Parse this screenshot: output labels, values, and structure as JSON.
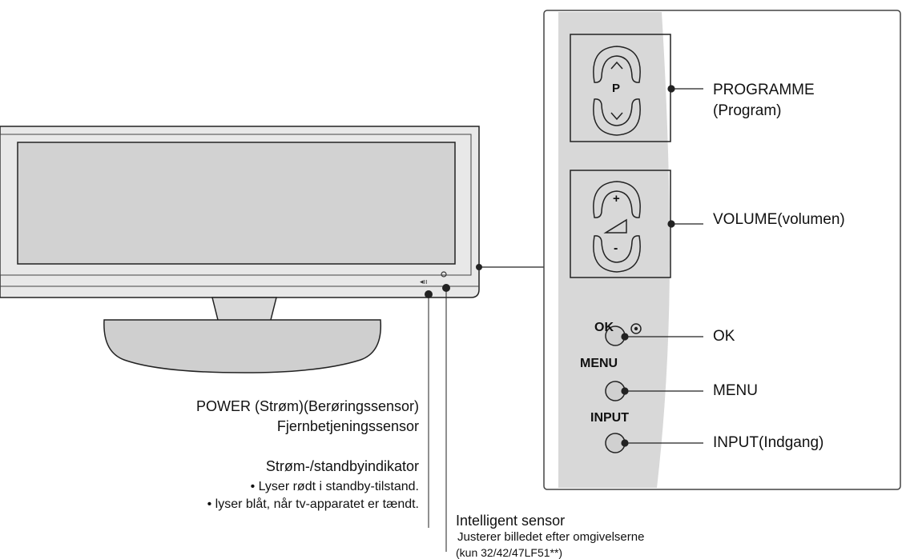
{
  "panel": {
    "programme": {
      "symbol": "P",
      "label": "PROGRAMME",
      "sublabel": "(Program)"
    },
    "volume": {
      "plus": "+",
      "minus": "-",
      "label": "VOLUME(volumen)"
    },
    "ok": {
      "button_text": "OK",
      "label": "OK"
    },
    "menu": {
      "button_text": "MENU",
      "label": "MENU"
    },
    "input": {
      "button_text": "INPUT",
      "label": "INPUT(Indgang)"
    }
  },
  "tv": {
    "power_line1": "POWER (Strøm)(Berøringssensor)",
    "power_line2": "Fjernbetjeningssensor",
    "standby_title": "Strøm-/standbyindikator",
    "standby_b1": "• Lyser rødt i standby-tilstand.",
    "standby_b2": "• lyser blåt, når tv-apparatet er tændt.",
    "sensor_title": "Intelligent sensor",
    "sensor_desc": "Justerer billedet efter omgivelserne",
    "sensor_models": "(kun 32/42/47LF51**)"
  },
  "colors": {
    "panel_fill": "#d8d8d8",
    "frame_fill": "#e8e8e8",
    "screen_fill": "#d2d2d2",
    "line": "#222222"
  }
}
